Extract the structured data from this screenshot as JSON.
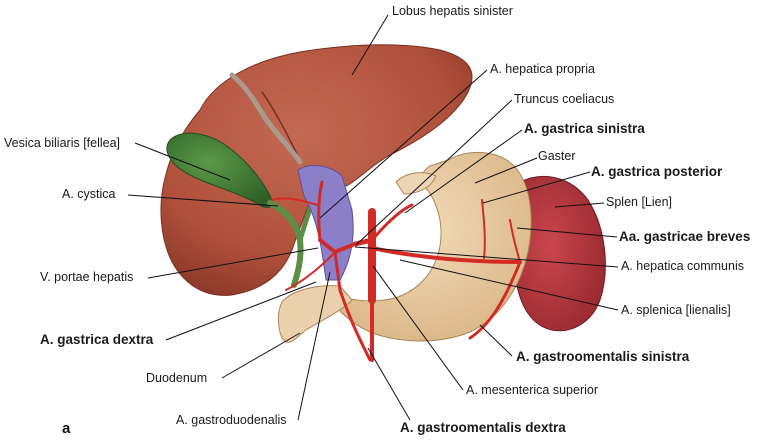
{
  "panel_letter": "a",
  "colors": {
    "liver": "#b0503b",
    "liver_shade": "#8e3a2a",
    "gallbladder": "#3f7a35",
    "stomach": "#e6c79c",
    "spleen": "#b53a40",
    "artery": "#d42a25",
    "portal_vein": "#8c7fc9",
    "duodenum": "#ead0ac"
  },
  "labels": {
    "lobus_hepatis_sinister": "Lobus hepatis sinister",
    "a_hepatica_propria": "A. hepatica propria",
    "truncus_coeliacus": "Truncus coeliacus",
    "a_gastrica_sinistra": "A. gastrica sinistra",
    "vesica_biliaris": "Vesica biliaris [fellea]",
    "gaster": "Gaster",
    "a_gastrica_posterior": "A. gastrica posterior",
    "a_cystica": "A. cystica",
    "splen": "Splen [Lien]",
    "aa_gastricae_breves": "Aa. gastricae breves",
    "v_portae_hepatis": "V. portae hepatis",
    "a_hepatica_communis": "A. hepatica communis",
    "a_splenica": "A. splenica [lienalis]",
    "a_gastrica_dextra": "A. gastrica dextra",
    "a_gastroomentalis_sinistra": "A. gastroomentalis sinistra",
    "duodenum": "Duodenum",
    "a_mesenterica_superior": "A. mesenterica superior",
    "a_gastroduodenalis": "A. gastroduodenalis",
    "a_gastroomentalis_dextra": "A. gastroomentalis dextra"
  }
}
